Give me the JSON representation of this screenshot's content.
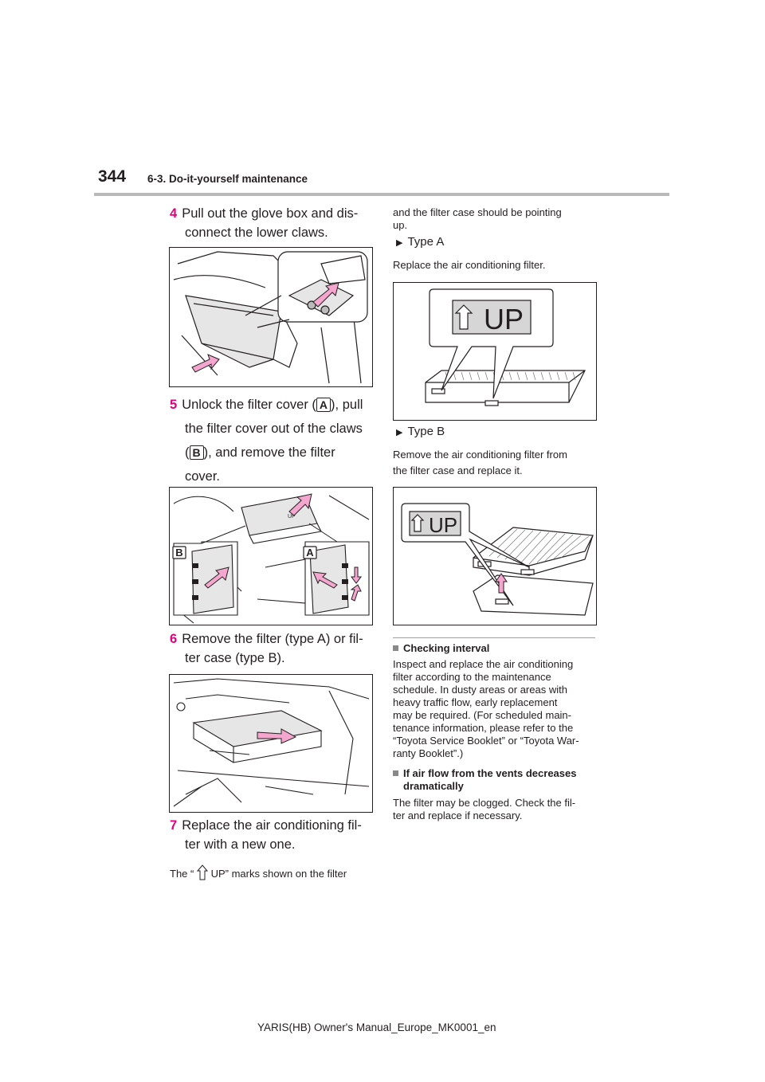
{
  "header": {
    "page_number": "344",
    "section": "6-3. Do-it-yourself maintenance"
  },
  "left": {
    "step4": {
      "num": "4",
      "line1": "Pull out the glove box and dis-",
      "line2": "connect the lower claws."
    },
    "step5": {
      "num": "5",
      "line1_a": "Unlock the filter cover (",
      "label_a": "A",
      "line1_b": "), pull",
      "line2": "the filter cover out of the claws",
      "line3_a": "(",
      "label_b": "B",
      "line3_b": "), and remove the filter",
      "line4": "cover."
    },
    "step6": {
      "num": "6",
      "line1": "Remove the filter (type A) or fil-",
      "line2": "ter case (type B)."
    },
    "step7": {
      "num": "7",
      "line1": "Replace the air conditioning fil-",
      "line2": "ter with a new one."
    },
    "note_a": "The “",
    "note_b": "UP” marks shown on the filter"
  },
  "right": {
    "note_cont_1": "and the filter case should be pointing",
    "note_cont_2": "up.",
    "type_a": {
      "label": "Type A",
      "desc": "Replace the air conditioning filter."
    },
    "type_b": {
      "label": "Type B",
      "desc_1": "Remove the air conditioning filter from",
      "desc_2": "the filter case and replace it."
    },
    "checking": {
      "heading": "Checking interval",
      "lines": [
        "Inspect and replace the air conditioning",
        "filter according to the maintenance",
        "schedule. In dusty areas or areas with",
        "heavy traffic flow, early replacement",
        "may be required. (For scheduled main-",
        "tenance information, please refer to the",
        "“Toyota Service Booklet” or “Toyota War-",
        "ranty Booklet”.)"
      ]
    },
    "airflow": {
      "heading_1": "If air flow from the vents decreases",
      "heading_2": "dramatically",
      "lines": [
        "The filter may be clogged. Check the fil-",
        "ter and replace if necessary."
      ]
    }
  },
  "illustrations": {
    "up_label": "UP",
    "callout_a": "A",
    "callout_b": "B"
  },
  "footer": "YARIS(HB) Owner's Manual_Europe_MK0001_en",
  "colors": {
    "accent_pink": "#e3007a",
    "arrow_fill": "#f4a6cf",
    "rule_grey": "#b9b9b9"
  }
}
